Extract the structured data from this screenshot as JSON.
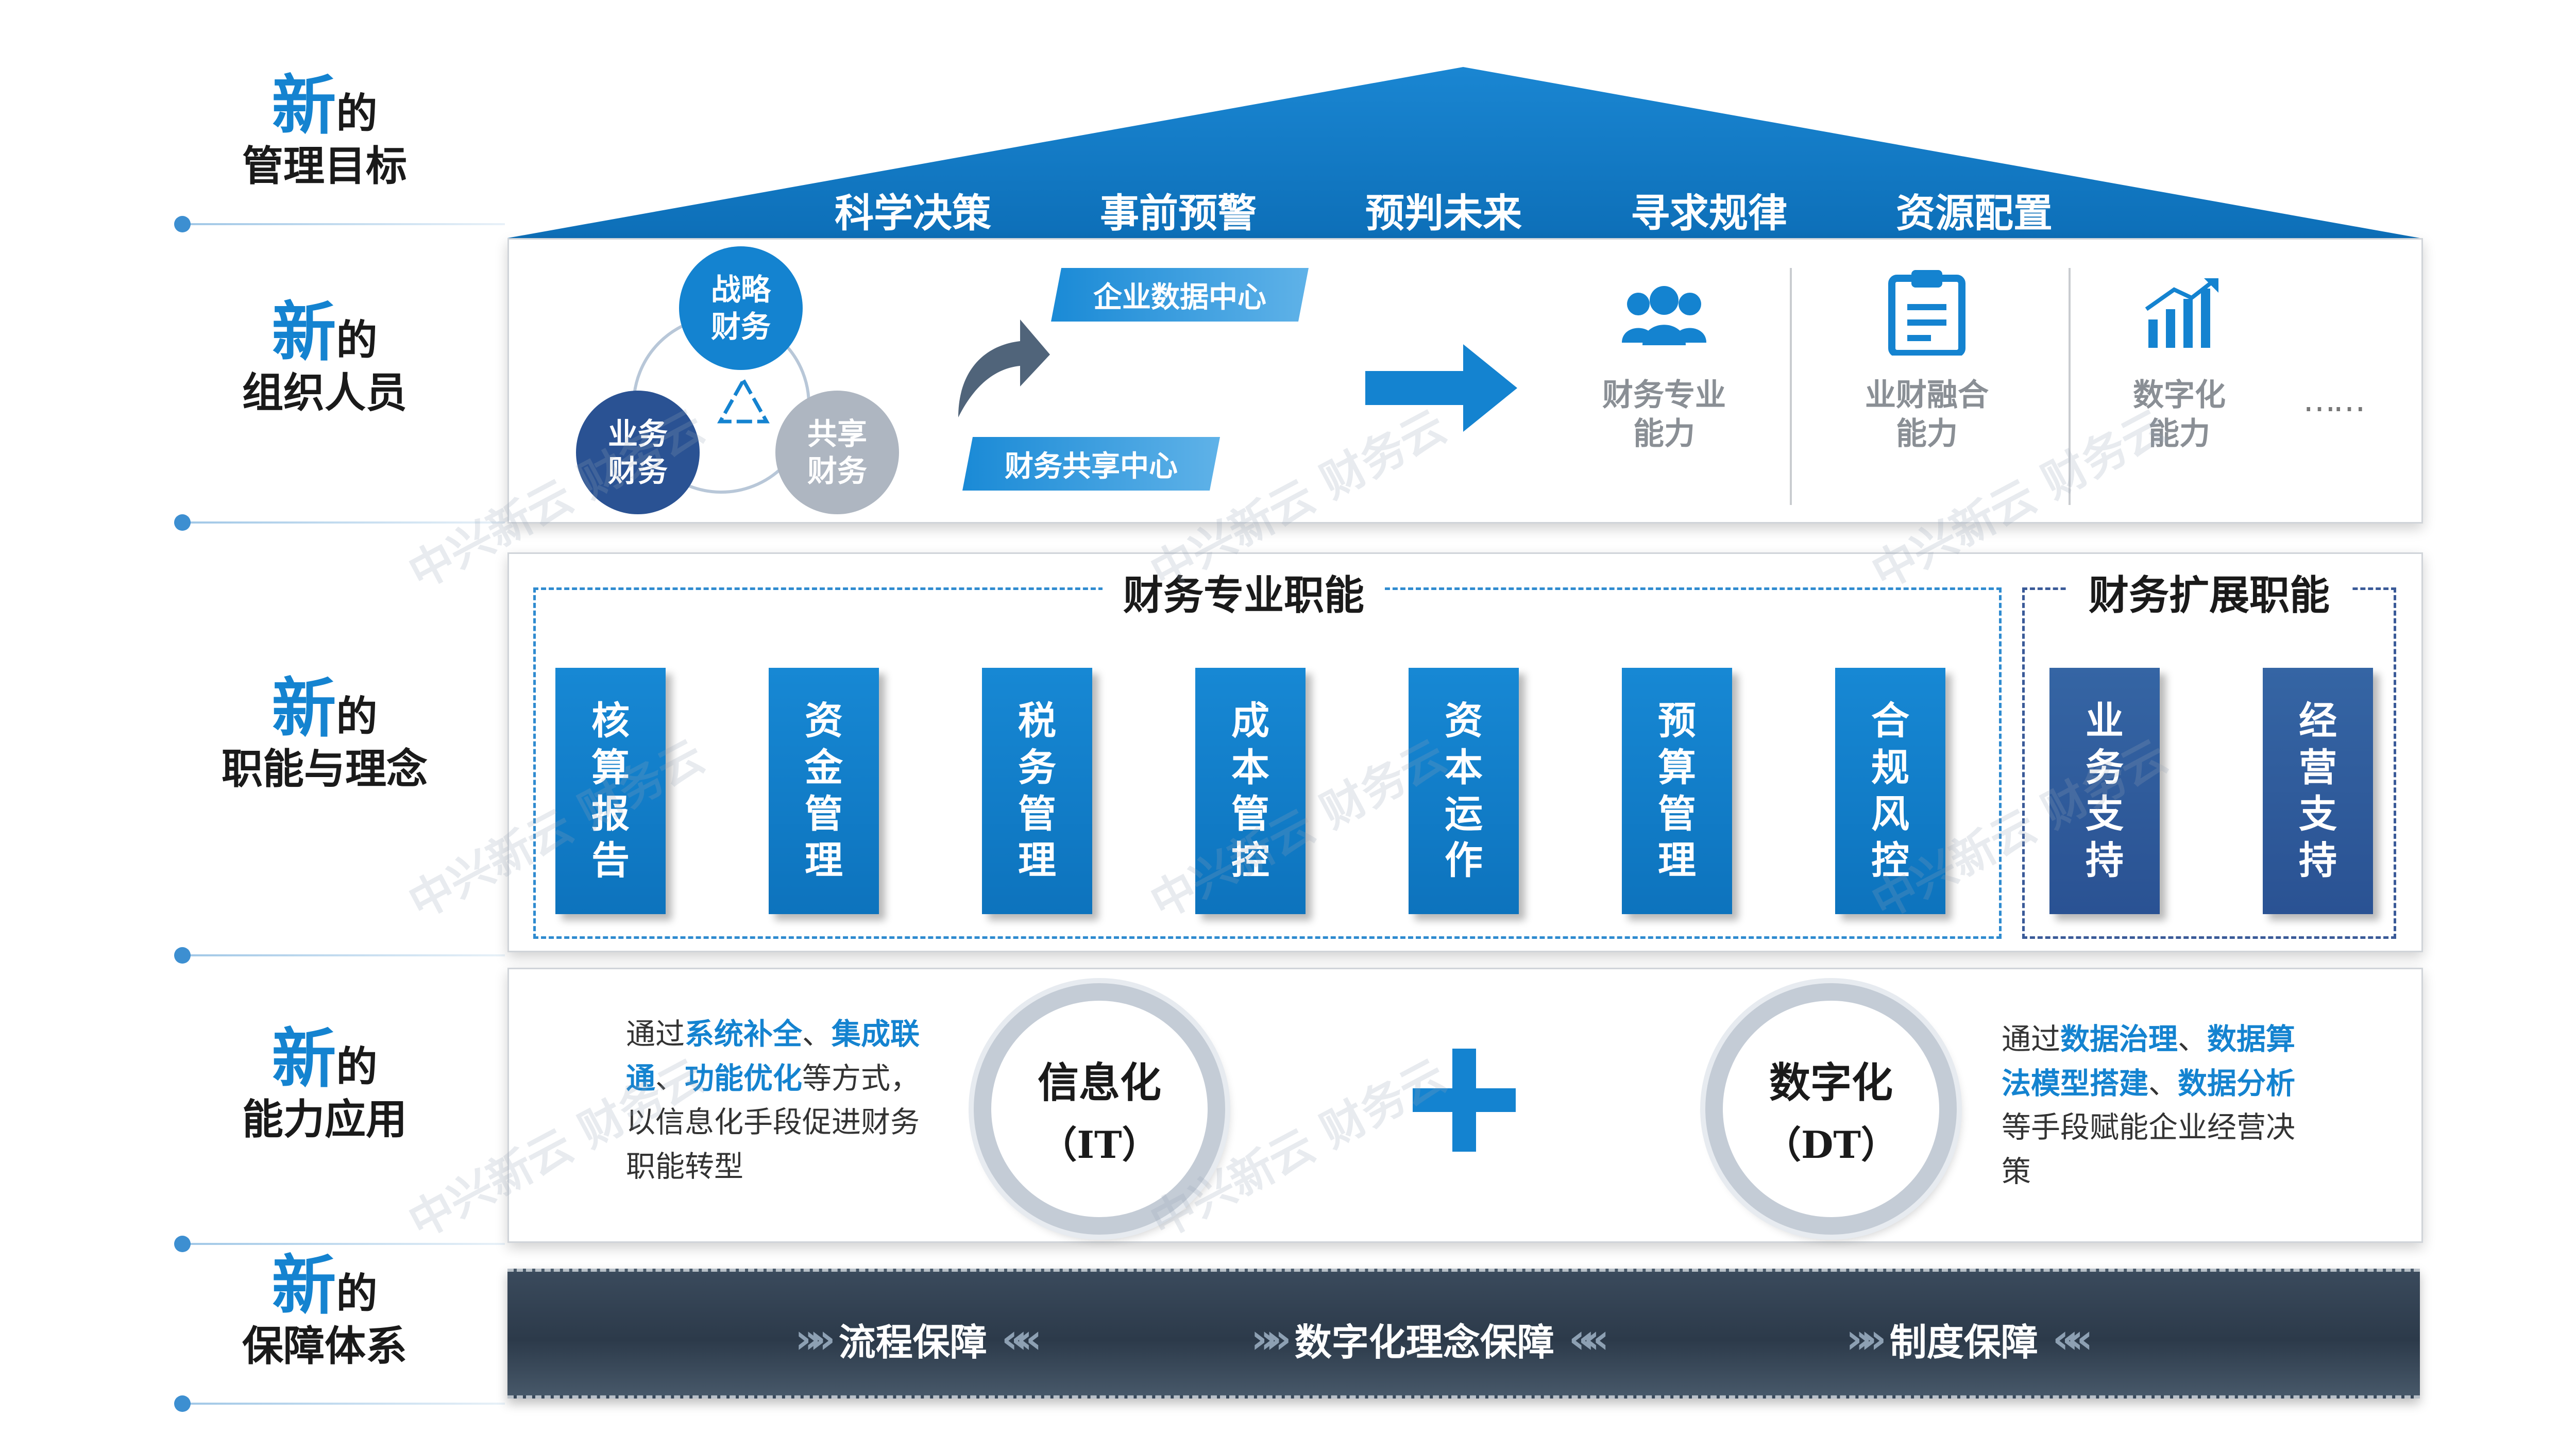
{
  "left_labels": [
    {
      "new": "新",
      "de": "的",
      "sub": "管理目标"
    },
    {
      "new": "新",
      "de": "的",
      "sub": "组织人员"
    },
    {
      "new": "新",
      "de": "的",
      "sub": "职能与理念"
    },
    {
      "new": "新",
      "de": "的",
      "sub": "能力应用"
    },
    {
      "new": "新",
      "de": "的",
      "sub": "保障体系"
    }
  ],
  "roof_items": [
    "科学决策",
    "事前预警",
    "预判未来",
    "寻求规律",
    "资源配置"
  ],
  "org": {
    "circles": [
      "战略财务",
      "业务财务",
      "共享财务"
    ],
    "circle_lines": [
      [
        "战略",
        "财务"
      ],
      [
        "业务",
        "财务"
      ],
      [
        "共享",
        "财务"
      ]
    ],
    "ribbon_top": "企业数据中心",
    "ribbon_bottom": "财务共享中心",
    "capabilities": [
      {
        "line1": "财务专业",
        "line2": "能力",
        "icon": "people-icon"
      },
      {
        "line1": "业财融合",
        "line2": "能力",
        "icon": "clipboard-icon"
      },
      {
        "line1": "数字化",
        "line2": "能力",
        "icon": "growth-chart-icon"
      }
    ],
    "ellipsis": "……"
  },
  "functions": {
    "professional_title": "财务专业职能",
    "extended_title": "财务扩展职能",
    "professional_cards": [
      [
        "核",
        "算",
        "报",
        "告"
      ],
      [
        "资",
        "金",
        "管",
        "理"
      ],
      [
        "税",
        "务",
        "管",
        "理"
      ],
      [
        "成",
        "本",
        "管",
        "控"
      ],
      [
        "资",
        "本",
        "运",
        "作"
      ],
      [
        "预",
        "算",
        "管",
        "理"
      ],
      [
        "合",
        "规",
        "风",
        "控"
      ]
    ],
    "extended_cards": [
      [
        "业",
        "务",
        "支",
        "持"
      ],
      [
        "经",
        "营",
        "支",
        "持"
      ]
    ]
  },
  "ability": {
    "left_text": {
      "p1": "通过",
      "b1": "系统补全",
      "p2": "、",
      "b2": "集成联通",
      "p3": "、",
      "b3": "功能优化",
      "p4": "等方式，以信息化手段促进财务职能转型"
    },
    "it_title": "信息化",
    "it_sub": "（IT）",
    "dt_title": "数字化",
    "dt_sub": "（DT）",
    "right_text": {
      "p1": "通过",
      "b1": "数据治理",
      "p2": "、",
      "b2": "数据算法模型搭建",
      "p3": "、",
      "b3": "数据分析",
      "p4": "等手段赋能企业经营决策"
    }
  },
  "guarantees": [
    "流程保障",
    "数字化理念保障",
    "制度保障"
  ],
  "watermark": "中兴新云  财务云",
  "colors": {
    "primary": "#1483d0",
    "dark_blue": "#2a5293",
    "bar": "#2c3a4a"
  }
}
